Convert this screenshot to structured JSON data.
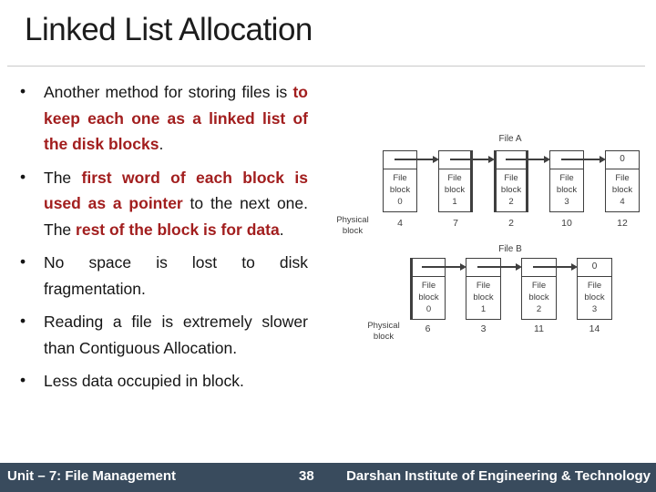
{
  "slide": {
    "title": "Linked List Allocation",
    "emphasis_color": "#A21E1E",
    "bullets": [
      {
        "segments": [
          {
            "t": "Another method for storing files is ",
            "em": false
          },
          {
            "t": "to keep each one as a linked list of the disk blocks",
            "em": true
          },
          {
            "t": ".",
            "em": false
          }
        ]
      },
      {
        "segments": [
          {
            "t": "The ",
            "em": false
          },
          {
            "t": "first word of each block is used as a pointer",
            "em": true
          },
          {
            "t": " to the next one. The ",
            "em": false
          },
          {
            "t": "rest of the block is for data",
            "em": true
          },
          {
            "t": ".",
            "em": false
          }
        ]
      },
      {
        "segments": [
          {
            "t": "No space is lost to disk fragmentation.",
            "em": false
          }
        ]
      },
      {
        "segments": [
          {
            "t": "Reading a file is extremely slower than Contiguous Allocation.",
            "em": false
          }
        ]
      },
      {
        "segments": [
          {
            "t": "Less data occupied in block.",
            "em": false
          }
        ]
      }
    ]
  },
  "diagram": {
    "rows": [
      {
        "file_label": "File A",
        "physical_label": [
          "Physical",
          "block"
        ],
        "blocks": [
          {
            "pointer": "",
            "lines": [
              "File",
              "block",
              "0"
            ],
            "physical": "4"
          },
          {
            "pointer": "",
            "lines": [
              "File",
              "block",
              "1"
            ],
            "physical": "7"
          },
          {
            "pointer": "",
            "lines": [
              "File",
              "block",
              "2"
            ],
            "physical": "2"
          },
          {
            "pointer": "",
            "lines": [
              "File",
              "block",
              "3"
            ],
            "physical": "10"
          },
          {
            "pointer": "0",
            "lines": [
              "File",
              "block",
              "4"
            ],
            "physical": "12"
          }
        ]
      },
      {
        "file_label": "File B",
        "physical_label": [
          "Physical",
          "block"
        ],
        "blocks": [
          {
            "pointer": "",
            "lines": [
              "File",
              "block",
              "0"
            ],
            "physical": "6"
          },
          {
            "pointer": "",
            "lines": [
              "File",
              "block",
              "1"
            ],
            "physical": "3"
          },
          {
            "pointer": "",
            "lines": [
              "File",
              "block",
              "2"
            ],
            "physical": "11"
          },
          {
            "pointer": "0",
            "lines": [
              "File",
              "block",
              "3"
            ],
            "physical": "14"
          }
        ]
      }
    ]
  },
  "footer": {
    "left": "Unit – 7: File Management",
    "page_number": "38",
    "right": "Darshan Institute of Engineering & Technology",
    "background": "#394B5D"
  }
}
